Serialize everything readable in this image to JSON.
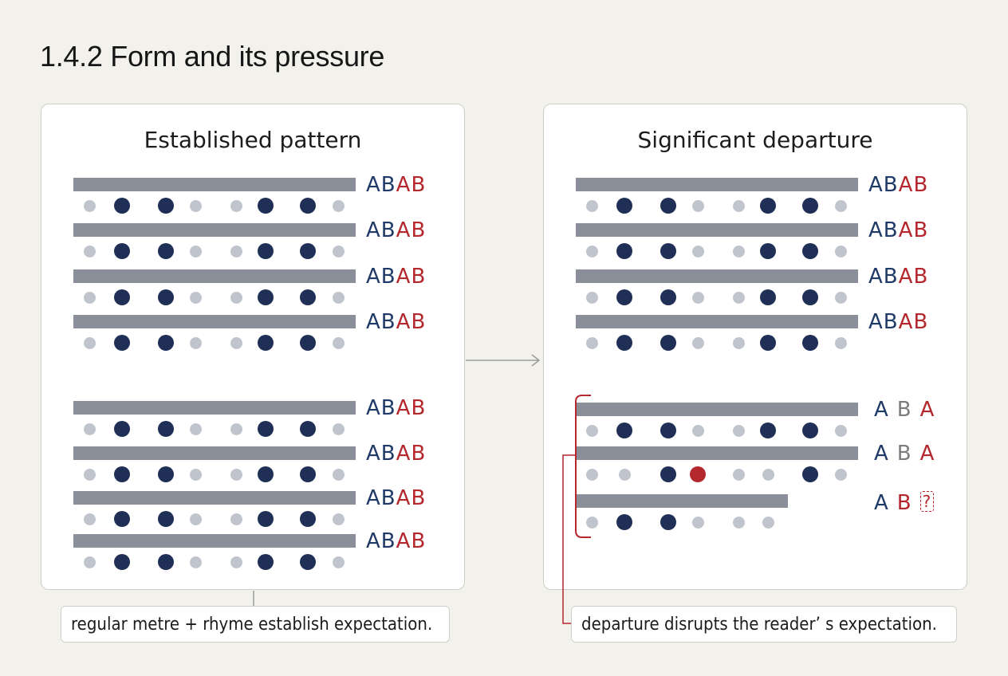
{
  "page_title": "1.4.2 Form and its pressure",
  "colors": {
    "bar": "#8a8f99",
    "strong_beat": "#1f2f55",
    "weak_beat": "#c0c4cc",
    "rhyme_blue": "#1f3a66",
    "rhyme_red": "#b3272d",
    "rhyme_gray": "#7d7d7d",
    "disruption": "#b3272d",
    "connector": "#9a9a9a"
  },
  "left_panel": {
    "title": "Established pattern",
    "caption": "regular metre + rhyme establish expectation.",
    "stanzas": [
      [
        {
          "rhyme": [
            [
              "A",
              "blue"
            ],
            [
              "B",
              "blue"
            ],
            [
              "A",
              "red"
            ],
            [
              "B",
              "red"
            ]
          ],
          "beats": [
            "w",
            "s",
            "s",
            "w",
            "w",
            "s",
            "s",
            "w"
          ]
        },
        {
          "rhyme": [
            [
              "A",
              "blue"
            ],
            [
              "B",
              "blue"
            ],
            [
              "A",
              "red"
            ],
            [
              "B",
              "red"
            ]
          ],
          "beats": [
            "w",
            "s",
            "s",
            "w",
            "w",
            "s",
            "s",
            "w"
          ]
        },
        {
          "rhyme": [
            [
              "A",
              "blue"
            ],
            [
              "B",
              "blue"
            ],
            [
              "A",
              "red"
            ],
            [
              "B",
              "red"
            ]
          ],
          "beats": [
            "w",
            "s",
            "s",
            "w",
            "w",
            "s",
            "s",
            "w"
          ]
        },
        {
          "rhyme": [
            [
              "A",
              "blue"
            ],
            [
              "B",
              "blue"
            ],
            [
              "A",
              "red"
            ],
            [
              "B",
              "red"
            ]
          ],
          "beats": [
            "w",
            "s",
            "s",
            "w",
            "w",
            "s",
            "s",
            "w"
          ]
        }
      ],
      [
        {
          "rhyme": [
            [
              "A",
              "blue"
            ],
            [
              "B",
              "blue"
            ],
            [
              "A",
              "red"
            ],
            [
              "B",
              "red"
            ]
          ],
          "beats": [
            "w",
            "s",
            "s",
            "w",
            "w",
            "s",
            "s",
            "w"
          ]
        },
        {
          "rhyme": [
            [
              "A",
              "blue"
            ],
            [
              "B",
              "blue"
            ],
            [
              "A",
              "red"
            ],
            [
              "B",
              "red"
            ]
          ],
          "beats": [
            "w",
            "s",
            "s",
            "w",
            "w",
            "s",
            "s",
            "w"
          ]
        },
        {
          "rhyme": [
            [
              "A",
              "blue"
            ],
            [
              "B",
              "blue"
            ],
            [
              "A",
              "red"
            ],
            [
              "B",
              "red"
            ]
          ],
          "beats": [
            "w",
            "s",
            "s",
            "w",
            "w",
            "s",
            "s",
            "w"
          ]
        },
        {
          "rhyme": [
            [
              "A",
              "blue"
            ],
            [
              "B",
              "blue"
            ],
            [
              "A",
              "red"
            ],
            [
              "B",
              "red"
            ]
          ],
          "beats": [
            "w",
            "s",
            "s",
            "w",
            "w",
            "s",
            "s",
            "w"
          ]
        }
      ]
    ]
  },
  "right_panel": {
    "title": "Significant departure",
    "caption": "departure disrupts the reader’ s expectation.",
    "stanzas": [
      [
        {
          "rhyme": [
            [
              "A",
              "blue"
            ],
            [
              "B",
              "blue"
            ],
            [
              "A",
              "red"
            ],
            [
              "B",
              "red"
            ]
          ],
          "beats": [
            "w",
            "s",
            "s",
            "w",
            "w",
            "s",
            "s",
            "w"
          ]
        },
        {
          "rhyme": [
            [
              "A",
              "blue"
            ],
            [
              "B",
              "blue"
            ],
            [
              "A",
              "red"
            ],
            [
              "B",
              "red"
            ]
          ],
          "beats": [
            "w",
            "s",
            "s",
            "w",
            "w",
            "s",
            "s",
            "w"
          ]
        },
        {
          "rhyme": [
            [
              "A",
              "blue"
            ],
            [
              "B",
              "blue"
            ],
            [
              "A",
              "red"
            ],
            [
              "B",
              "red"
            ]
          ],
          "beats": [
            "w",
            "s",
            "s",
            "w",
            "w",
            "s",
            "s",
            "w"
          ]
        },
        {
          "rhyme": [
            [
              "A",
              "blue"
            ],
            [
              "B",
              "blue"
            ],
            [
              "A",
              "red"
            ],
            [
              "B",
              "red"
            ]
          ],
          "beats": [
            "w",
            "s",
            "s",
            "w",
            "w",
            "s",
            "s",
            "w"
          ]
        }
      ],
      [
        {
          "rhyme": [
            [
              "A",
              "blue"
            ],
            [
              "B",
              "gray"
            ],
            [
              "A",
              "red"
            ]
          ],
          "beats": [
            "w",
            "s",
            "s",
            "w",
            "w",
            "s",
            "s",
            "w"
          ]
        },
        {
          "rhyme": [
            [
              "A",
              "blue"
            ],
            [
              "B",
              "gray"
            ],
            [
              "A",
              "red"
            ]
          ],
          "beats": [
            "w",
            "w",
            "s",
            "x",
            "w",
            "w",
            "s",
            "w"
          ]
        },
        {
          "rhyme": [
            [
              "A",
              "blue"
            ],
            [
              "B",
              "red"
            ],
            [
              "?",
              "unknown"
            ]
          ],
          "beats": [
            "w",
            "s",
            "s",
            "w",
            "w",
            "w"
          ],
          "short": true
        }
      ]
    ]
  }
}
